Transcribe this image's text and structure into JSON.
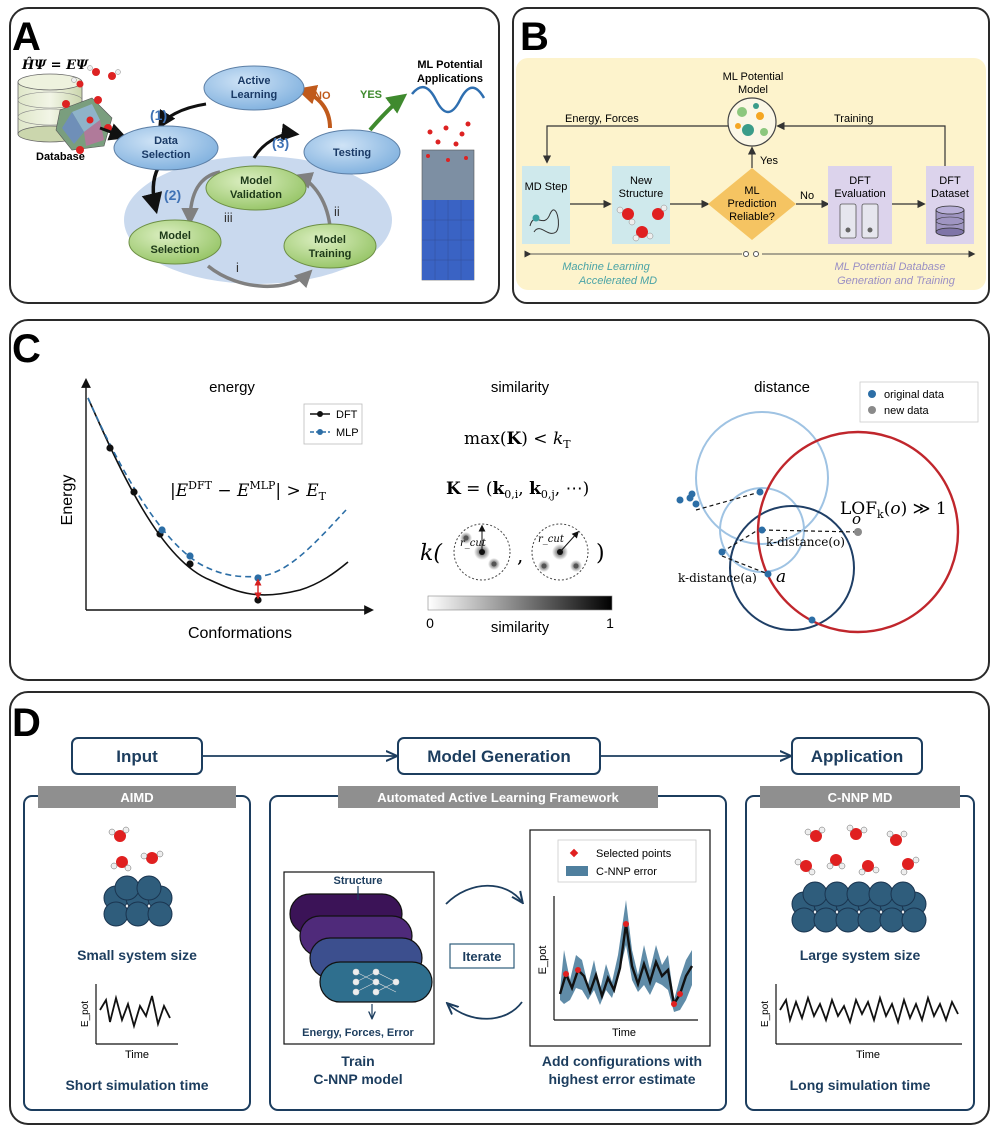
{
  "panel_a": {
    "letter": "A",
    "equation": "ĤΨ = EΨ",
    "database": "Database",
    "data_selection": [
      "Data",
      "Selection"
    ],
    "active_learning": [
      "Active",
      "Learning"
    ],
    "testing": "Testing",
    "model_selection": [
      "Model",
      "Selection"
    ],
    "model_validation": [
      "Model",
      "Validation"
    ],
    "model_training": [
      "Model",
      "Training"
    ],
    "step1": "(1)",
    "step2": "(2)",
    "step3": "(3)",
    "no": "NO",
    "yes": "YES",
    "roman_i": "i",
    "roman_ii": "ii",
    "roman_iii": "iii",
    "applications": [
      "ML Potential",
      "Applications"
    ]
  },
  "panel_b": {
    "letter": "B",
    "ml_model": [
      "ML Potential",
      "Model"
    ],
    "energy_forces": "Energy, Forces",
    "training": "Training",
    "yes": "Yes",
    "no": "No",
    "md_step": "MD Step",
    "new_structure": [
      "New",
      "Structure"
    ],
    "prediction": [
      "ML",
      "Prediction",
      "Reliable?"
    ],
    "dft_eval": [
      "DFT",
      "Evaluation"
    ],
    "dft_dataset": [
      "DFT",
      "Dataset"
    ],
    "left_caption": [
      "Machine Learning",
      "Accelerated MD"
    ],
    "right_caption": [
      "ML Potential Database",
      "Generation and Training"
    ]
  },
  "panel_c": {
    "letter": "C",
    "energy_title": "energy",
    "similarity_title": "similarity",
    "distance_title": "distance",
    "energy_ylabel": "Energy",
    "energy_xlabel": "Conformations",
    "legend_dft": "DFT",
    "legend_mlp": "MLP",
    "energy_criterion": "|E^DFT − E^MLP| > E_T",
    "sim_criterion": "max(K) < k_T",
    "kernel_def": "K = (k_0,i, k_0,j, ⋯)",
    "kernel_k": "k(",
    "kernel_comma": ",",
    "kernel_close": ")",
    "rcut": "r_cut",
    "cbar_min": "0",
    "cbar_label": "similarity",
    "cbar_max": "1",
    "legend_original": "original data",
    "legend_new": "new data",
    "lof": "LOF_k(o) ≫ 1",
    "o_label": "o",
    "kdist_o": "k-distance(o)",
    "a_label": "a",
    "kdist_a": "k-distance(a)"
  },
  "panel_d": {
    "letter": "D",
    "input": "Input",
    "model_generation": "Model Generation",
    "application": "Application",
    "aimd": "AIMD",
    "framework": "Automated Active Learning Framework",
    "cnnp_md": "C-NNP MD",
    "small_size": "Small system size",
    "short_time": "Short simulation time",
    "large_size": "Large system size",
    "long_time": "Long simulation time",
    "epot": "E_pot",
    "time": "Time",
    "structure": "Structure",
    "efe": "Energy, Forces, Error",
    "train": [
      "Train",
      "C-NNP model"
    ],
    "iterate": "Iterate",
    "selected_points": "Selected points",
    "cnnp_error": "C-NNP error",
    "add_configs": [
      "Add configurations with",
      "highest error estimate"
    ]
  },
  "colors": {
    "node_blue": "#9cc3e8",
    "node_green": "#b5d98a",
    "ellipse_bg": "#c9d9ee",
    "no_arrow": "#c05a1c",
    "yes_arrow": "#3f8a2e",
    "step_label": "#3f72b5",
    "cream": "#fdf3cc",
    "teal_box": "#cfe9ec",
    "diamond": "#f5c462",
    "purple_box": "#dcd3ec",
    "d_navy": "#1c3d5e",
    "d_header": "#8f8f8f",
    "red": "#e02020",
    "blob": "#2f5d7c"
  }
}
